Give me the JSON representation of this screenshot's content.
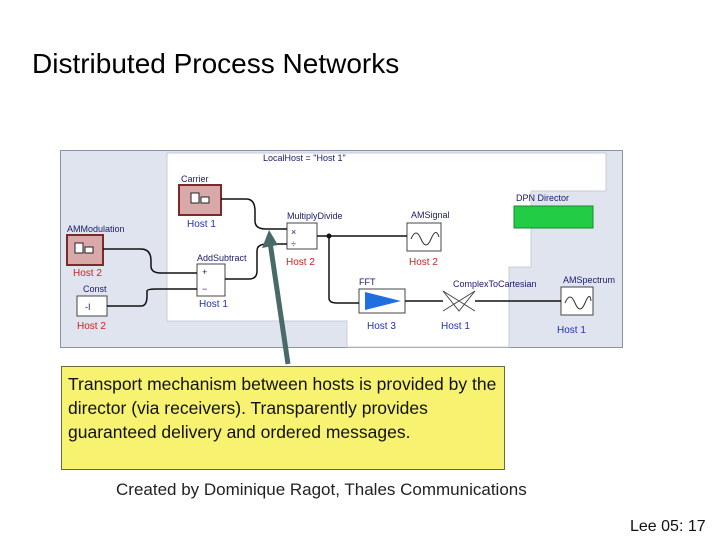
{
  "slide": {
    "title": "Distributed Process Networks",
    "callout": "Transport mechanism between hosts is provided by the director (via receivers). Transparently provides guaranteed delivery and ordered messages.",
    "credit": "Created by Dominique Ragot, Thales Communications",
    "slide_number": "Lee 05: 17"
  },
  "diagram": {
    "header": "LocalHost = \"Host 1\"",
    "director": "DPN Director",
    "actors": {
      "carrier": {
        "name": "Carrier",
        "host": "Host 1"
      },
      "am_modulation": {
        "name": "AMModulation",
        "host": "Host 2"
      },
      "const": {
        "name": "Const",
        "host": "Host 2",
        "value": "-I"
      },
      "add_subtract": {
        "name": "AddSubtract",
        "host": "Host 1"
      },
      "multiply_divide": {
        "name": "MultiplyDivide",
        "host": "Host 2"
      },
      "am_signal": {
        "name": "AMSignal",
        "host": "Host 2"
      },
      "fft": {
        "name": "FFT",
        "host": "Host 3"
      },
      "complex_to_cartesian": {
        "name": "ComplexToCartesian",
        "host": "Host 1"
      },
      "am_spectrum": {
        "name": "AMSpectrum",
        "host": "Host 1"
      }
    }
  },
  "colors": {
    "host_label": "#cc2222",
    "host1_label": "#2233aa",
    "director_fill": "#22cc44",
    "arrow": "#4a6a6a",
    "callout_bg": "#f7f26f",
    "canvas_bg": "#dfe4ee"
  }
}
